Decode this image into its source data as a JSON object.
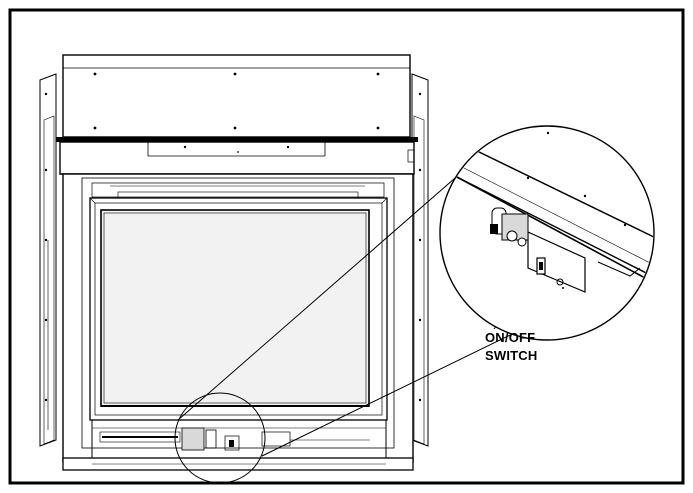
{
  "callout": {
    "line1": "ON/OFF",
    "line2": "SWITCH"
  },
  "colors": {
    "ink": "#000000",
    "paper": "#ffffff",
    "shade": "#d9d9d9",
    "glass": "#f2f2f2"
  },
  "icons": [
    "fireplace-front-view",
    "magnified-switch-detail"
  ]
}
